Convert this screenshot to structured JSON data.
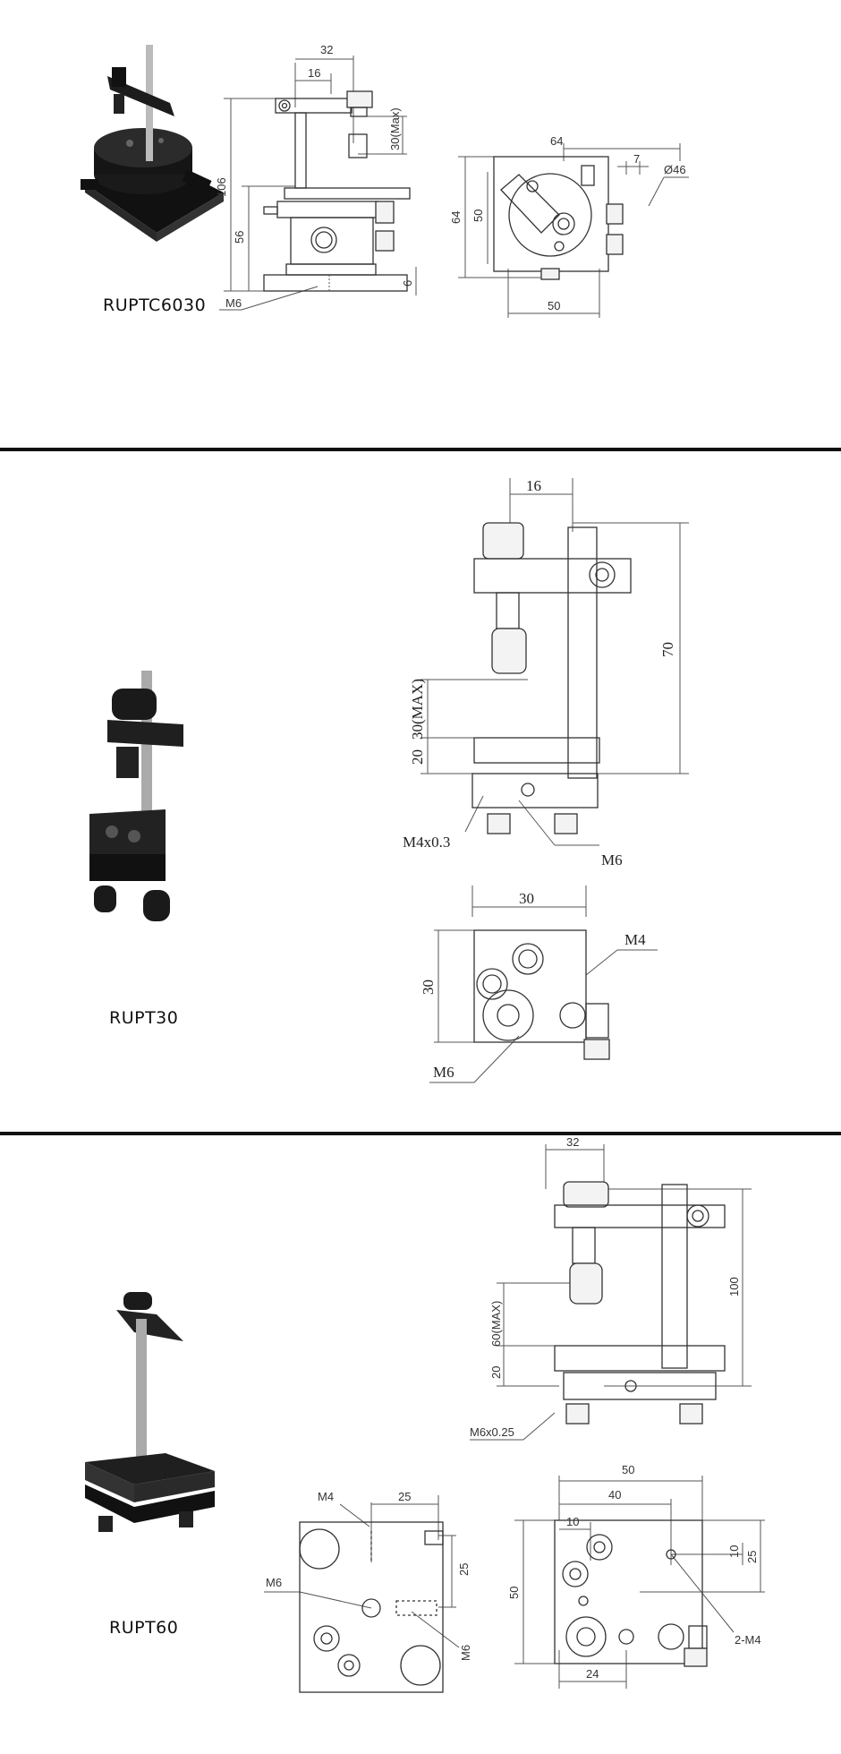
{
  "products": [
    {
      "name": "RUPTC6030",
      "side_view_dims": {
        "d32": "32",
        "d16": "16",
        "d30max": "30(Max)",
        "d106": "106",
        "d56": "56",
        "d6": "6",
        "m6": "M6"
      },
      "top_view_dims": {
        "d64w": "64",
        "d7": "7",
        "dia46": "Ø46",
        "d64h": "64",
        "d50h": "50",
        "d50w": "50"
      }
    },
    {
      "name": "RUPT30",
      "side_view_dims": {
        "d16": "16",
        "d70": "70",
        "d30max": "30(MAX)",
        "d20": "20",
        "m4": "M4x0.3",
        "m6": "M6"
      },
      "top_view_dims": {
        "d30w": "30",
        "d30h": "30",
        "m4": "M4",
        "m6": "M6"
      }
    },
    {
      "name": "RUPT60",
      "side_view_dims": {
        "d32": "32",
        "d100": "100",
        "d60max": "60(MAX)",
        "d20": "20",
        "m6": "M6x0.25"
      },
      "left_view_dims": {
        "m4": "M4",
        "d25w": "25",
        "d25h": "25",
        "m6a": "M6",
        "m6b": "M6"
      },
      "top_view_dims": {
        "d50w": "50",
        "d40": "40",
        "d10w": "10",
        "d10h": "10",
        "d25h": "25",
        "d50h": "50",
        "m4": "2-M4",
        "d24": "24"
      }
    }
  ]
}
